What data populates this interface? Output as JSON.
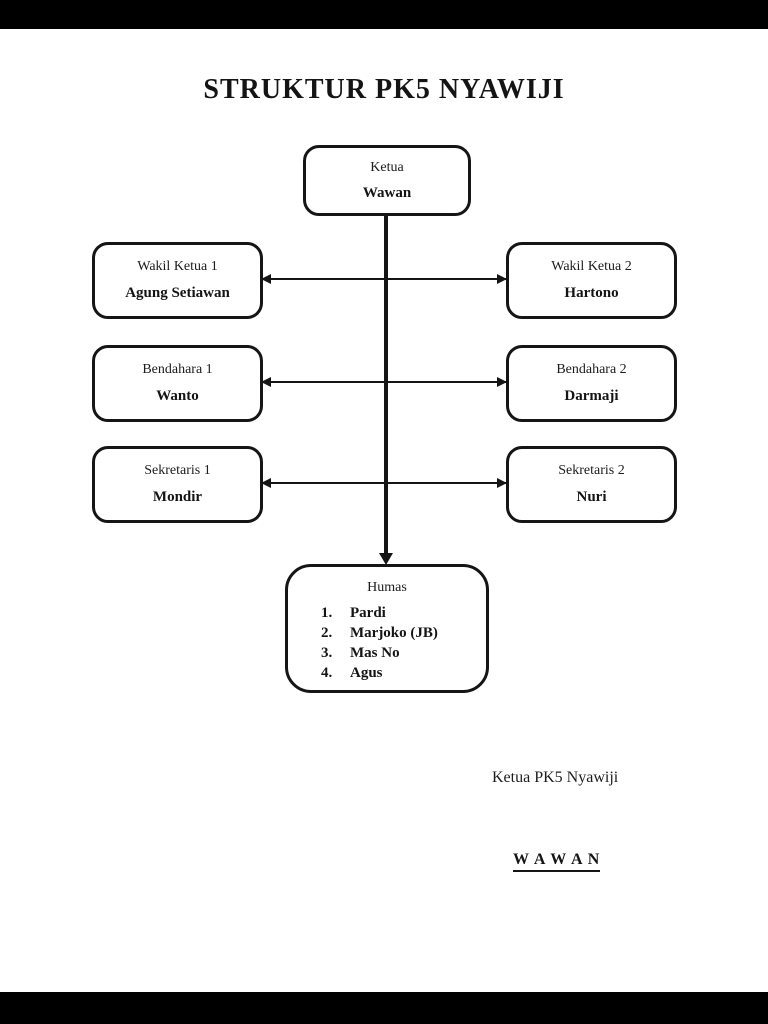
{
  "title": "STRUKTUR PK5 NYAWIJI",
  "org": {
    "root": {
      "role": "Ketua",
      "name": "Wawan"
    },
    "pairs": [
      {
        "left_role": "Wakil Ketua 1",
        "left_name": "Agung Setiawan",
        "right_role": "Wakil Ketua 2",
        "right_name": "Hartono"
      },
      {
        "left_role": "Bendahara 1",
        "left_name": "Wanto",
        "right_role": "Bendahara 2",
        "right_name": "Darmaji"
      },
      {
        "left_role": "Sekretaris 1",
        "left_name": "Mondir",
        "right_role": "Sekretaris 2",
        "right_name": "Nuri"
      }
    ],
    "humas": {
      "role": "Humas",
      "members": [
        {
          "num": "1.",
          "name": "Pardi"
        },
        {
          "num": "2.",
          "name": "Marjoko (JB)"
        },
        {
          "num": "3.",
          "name": "Mas No"
        },
        {
          "num": "4.",
          "name": "Agus"
        }
      ]
    }
  },
  "signature": {
    "role_line": "Ketua PK5 Nyawiji",
    "name_line": "W A W A N"
  },
  "colors": {
    "ink": "#151515",
    "page_bg": "#ffffff",
    "letterbox": "#000000"
  }
}
